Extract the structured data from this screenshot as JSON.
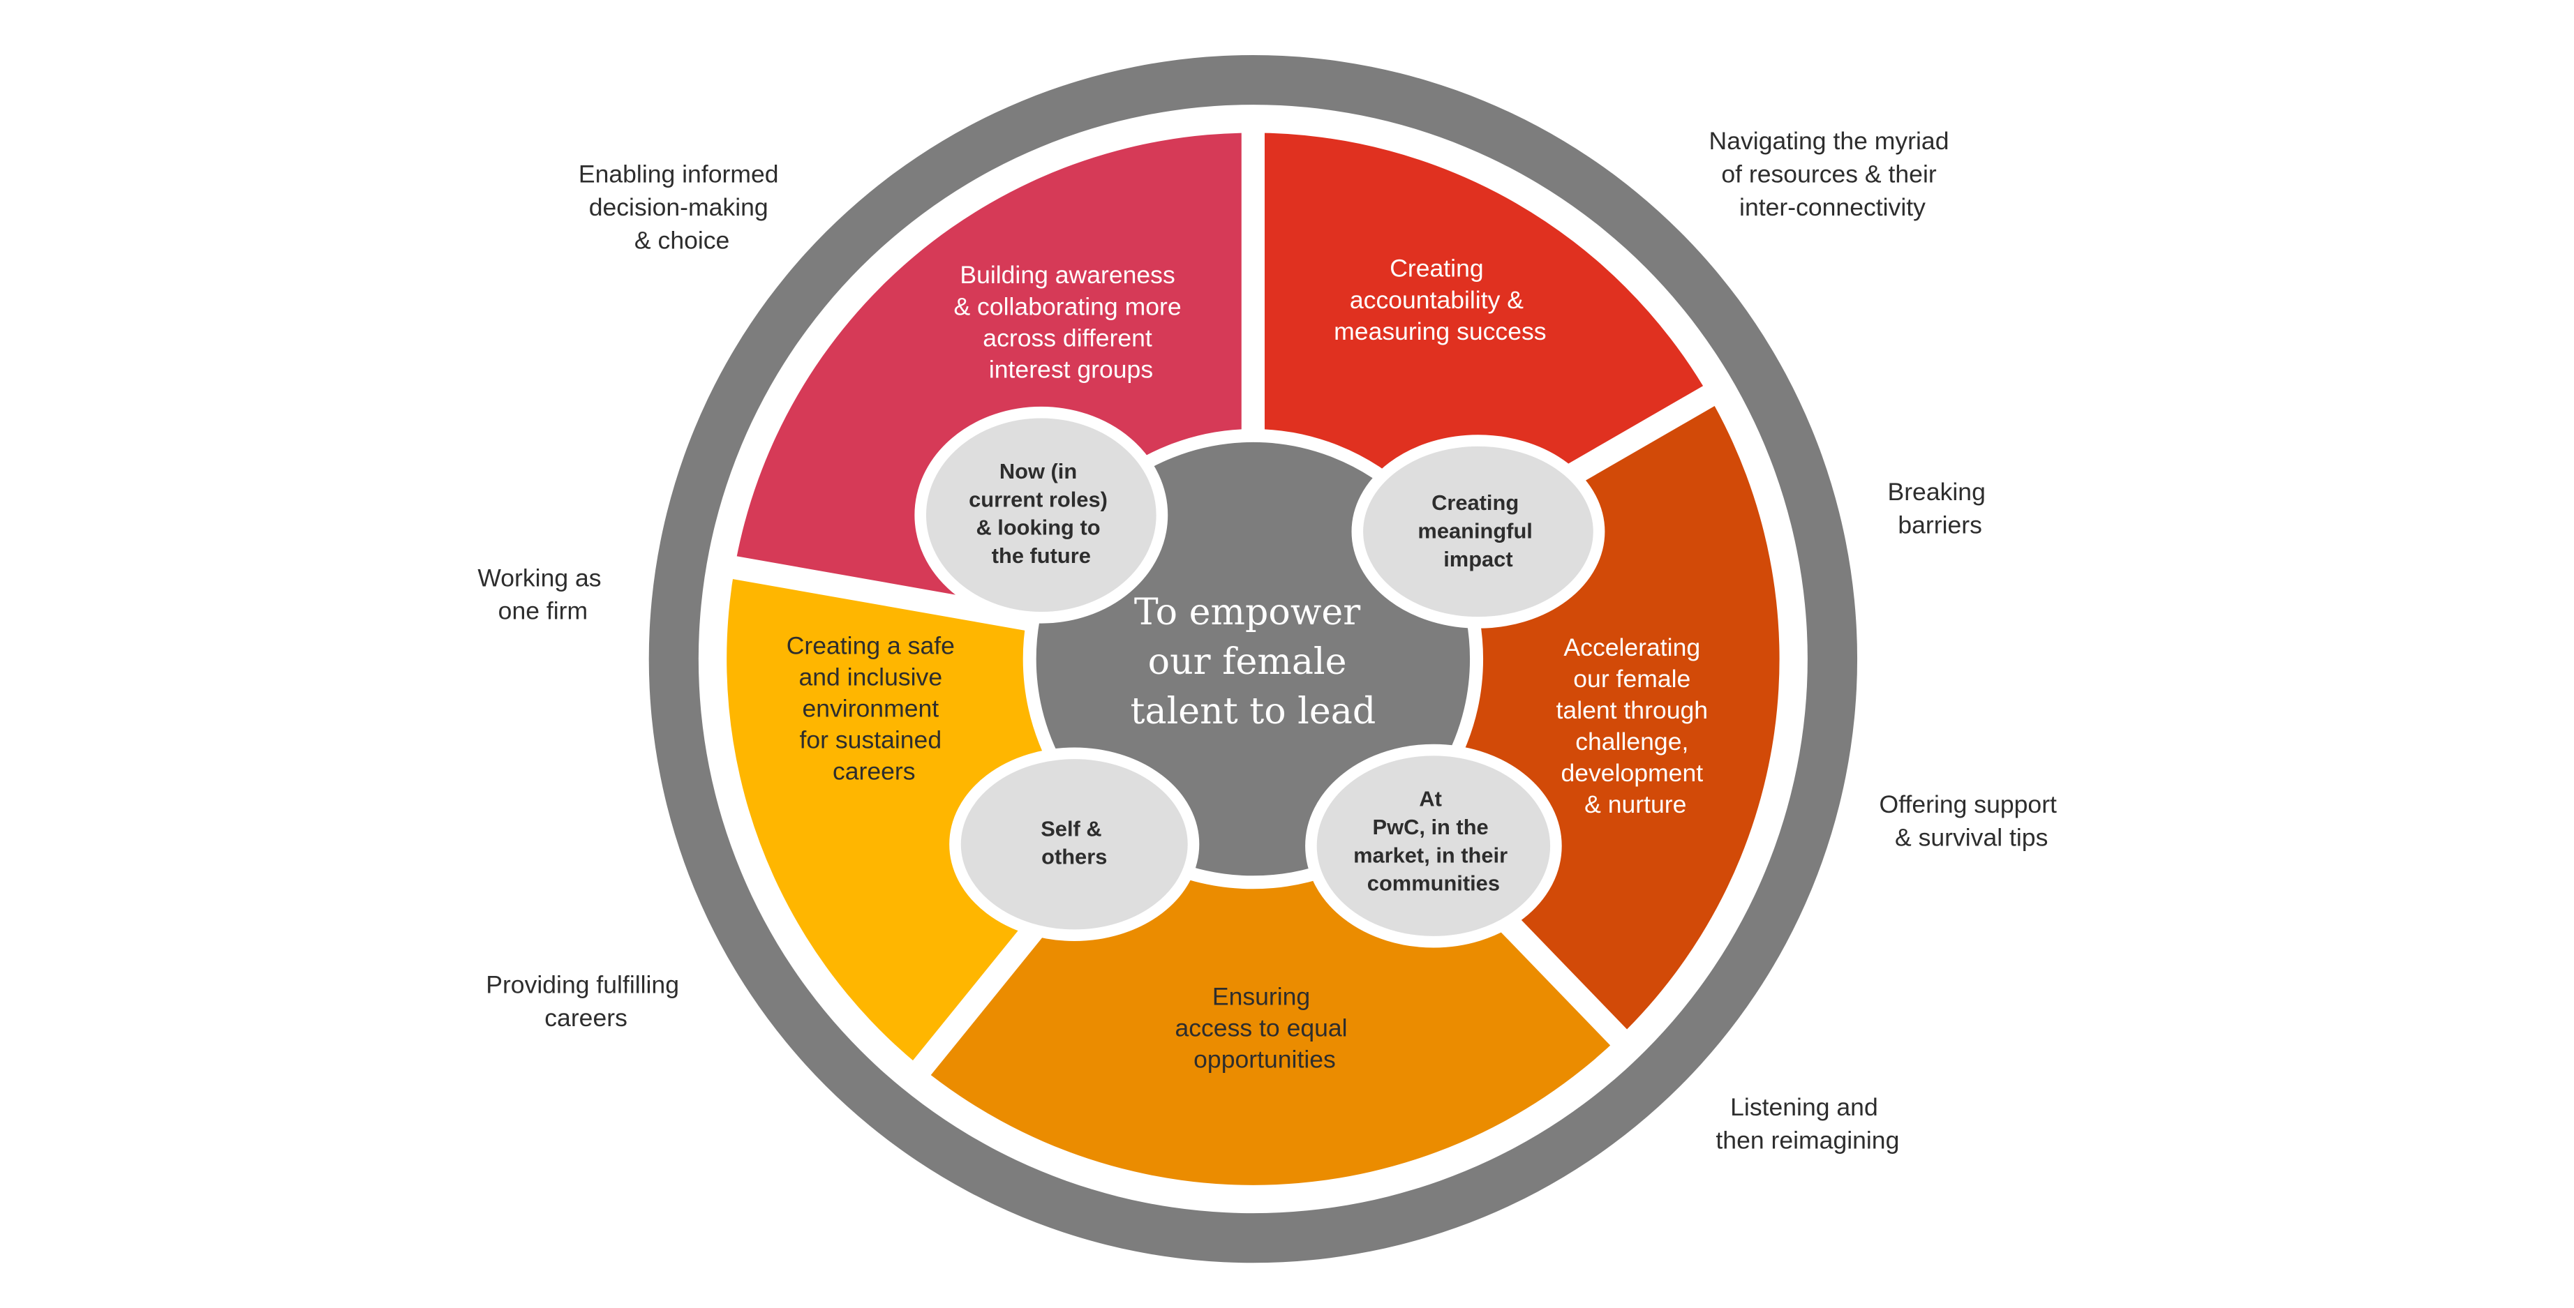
{
  "center": {
    "lines": [
      "To empower",
      "our female",
      "talent to lead"
    ]
  },
  "segments": [
    {
      "id": "awareness",
      "color": "#D63A57",
      "lines": [
        "Building awareness",
        "& collaborating more",
        "across different",
        "interest groups"
      ]
    },
    {
      "id": "accountability",
      "color": "#E03120",
      "lines": [
        "Creating",
        "accountability &",
        "measuring success"
      ]
    },
    {
      "id": "accelerating",
      "color": "#D24A08",
      "lines": [
        "Accelerating",
        "our female",
        "talent through",
        "challenge,",
        "development",
        "& nurture"
      ]
    },
    {
      "id": "access",
      "color": "#EB8C00",
      "lines": [
        "Ensuring",
        "access to equal",
        "opportunities"
      ]
    },
    {
      "id": "environment",
      "color": "#FFB600",
      "lines": [
        "Creating a safe",
        "and inclusive",
        "environment",
        "for sustained",
        "careers"
      ]
    }
  ],
  "nodes": [
    {
      "id": "now",
      "lines": [
        "Now (in",
        "current roles)",
        "& looking to",
        "the future"
      ]
    },
    {
      "id": "impact",
      "lines": [
        "Creating",
        "meaningful",
        "impact"
      ]
    },
    {
      "id": "pwc",
      "lines": [
        "At",
        "PwC, in the",
        "market, in their",
        "communities"
      ]
    },
    {
      "id": "self",
      "lines": [
        "Self &",
        "others"
      ]
    }
  ],
  "outer_labels": [
    {
      "id": "informed",
      "lines": [
        "Enabling informed",
        "decision-making",
        "& choice"
      ]
    },
    {
      "id": "navigating",
      "lines": [
        "Navigating the myriad",
        "of resources & their",
        "inter-connectivity"
      ]
    },
    {
      "id": "barriers",
      "lines": [
        "Breaking",
        "barriers"
      ]
    },
    {
      "id": "support",
      "lines": [
        "Offering support",
        "& survival tips"
      ]
    },
    {
      "id": "listening",
      "lines": [
        "Listening and",
        "then reimagining"
      ]
    },
    {
      "id": "fulfilling",
      "lines": [
        "Providing fulfilling",
        "careers"
      ]
    },
    {
      "id": "one-firm",
      "lines": [
        "Working as",
        "one firm"
      ]
    }
  ],
  "colors": {
    "outer_ring": "#7D7D7D",
    "center_disc": "#7D7D7D",
    "node_fill": "#DEDEDE",
    "segment_text": "#FFFFFF",
    "node_text": "#2D2D2D",
    "label_text": "#2D2D2D",
    "center_text": "#FFFFFF"
  }
}
